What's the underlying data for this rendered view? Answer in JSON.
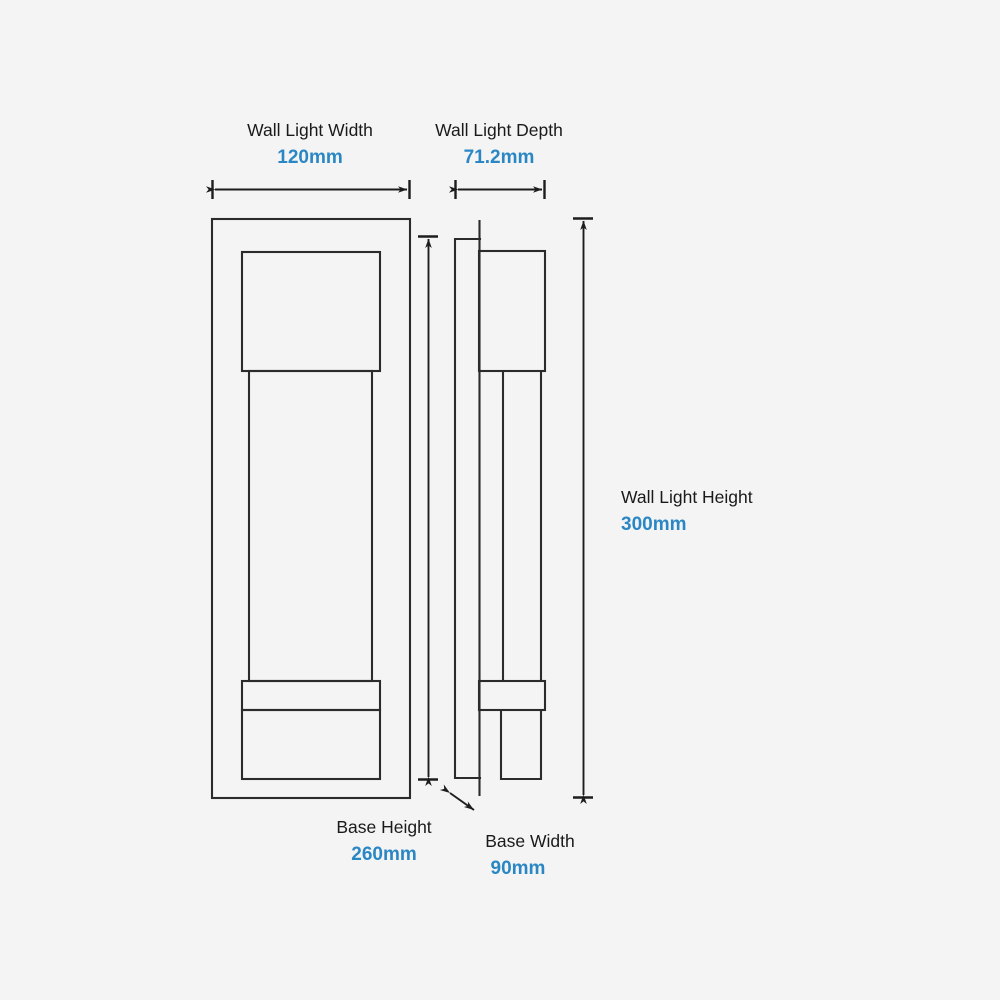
{
  "page": {
    "title": "Wall Light Dimension Drawing",
    "background_color": "#f4f4f4",
    "line_color": "#2b2b2b",
    "label_text_color": "#1a1a1a",
    "value_text_color": "#2b87c4"
  },
  "dimensions": {
    "wall_light_width": {
      "label": "Wall Light Width",
      "value": "120mm",
      "number": 120,
      "unit": "mm",
      "orientation": "horizontal"
    },
    "wall_light_depth": {
      "label": "Wall Light Depth",
      "value": "71.2mm",
      "number": 71.2,
      "unit": "mm",
      "orientation": "horizontal"
    },
    "wall_light_height": {
      "label": "Wall Light Height",
      "value": "300mm",
      "number": 300,
      "unit": "mm",
      "orientation": "vertical"
    },
    "base_height": {
      "label": "Base Height",
      "value": "260mm",
      "number": 260,
      "unit": "mm",
      "orientation": "vertical"
    },
    "base_width": {
      "label": "Base Width",
      "value": "90mm",
      "number": 90,
      "unit": "mm",
      "orientation": "diagonal"
    }
  },
  "views": {
    "front": {
      "name": "front-elevation"
    },
    "side": {
      "name": "side-elevation"
    }
  }
}
